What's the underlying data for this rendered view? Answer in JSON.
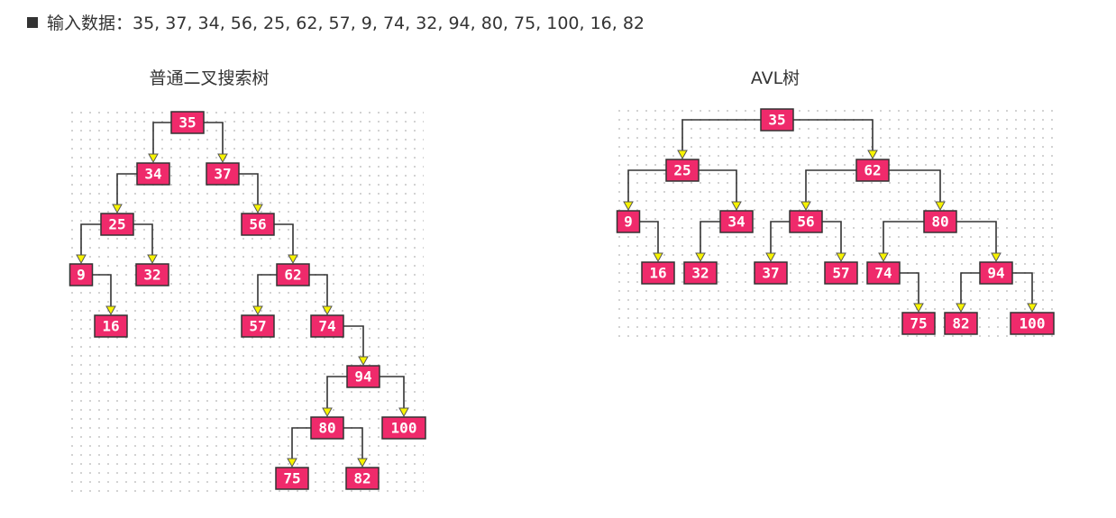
{
  "header": {
    "text": "输入数据：35, 37, 34, 56, 25, 62, 57, 9, 74, 32, 94, 80, 75, 100, 16, 82"
  },
  "bst": {
    "title": "普通二叉搜索树",
    "nodes": [
      {
        "value": "35",
        "left": "34",
        "right": "37"
      },
      {
        "value": "34",
        "left": "25",
        "right": null
      },
      {
        "value": "37",
        "left": null,
        "right": "56"
      },
      {
        "value": "25",
        "left": "9",
        "right": "32"
      },
      {
        "value": "56",
        "left": null,
        "right": "62"
      },
      {
        "value": "9",
        "left": null,
        "right": "16"
      },
      {
        "value": "32",
        "left": null,
        "right": null
      },
      {
        "value": "62",
        "left": "57",
        "right": "74"
      },
      {
        "value": "16",
        "left": null,
        "right": null
      },
      {
        "value": "57",
        "left": null,
        "right": null
      },
      {
        "value": "74",
        "left": null,
        "right": "94"
      },
      {
        "value": "94",
        "left": "80",
        "right": "100"
      },
      {
        "value": "80",
        "left": "75",
        "right": "82"
      },
      {
        "value": "100",
        "left": null,
        "right": null
      },
      {
        "value": "75",
        "left": null,
        "right": null
      },
      {
        "value": "82",
        "left": null,
        "right": null
      }
    ]
  },
  "avl": {
    "title": "AVL树",
    "nodes": [
      {
        "value": "35",
        "left": "25",
        "right": "62"
      },
      {
        "value": "25",
        "left": "9",
        "right": "34"
      },
      {
        "value": "62",
        "left": "56",
        "right": "80"
      },
      {
        "value": "9",
        "left": null,
        "right": "16"
      },
      {
        "value": "34",
        "left": "32",
        "right": null
      },
      {
        "value": "56",
        "left": "37",
        "right": "57"
      },
      {
        "value": "80",
        "left": "74",
        "right": "94"
      },
      {
        "value": "16",
        "left": null,
        "right": null
      },
      {
        "value": "32",
        "left": null,
        "right": null
      },
      {
        "value": "37",
        "left": null,
        "right": null
      },
      {
        "value": "57",
        "left": null,
        "right": null
      },
      {
        "value": "74",
        "left": null,
        "right": "75"
      },
      {
        "value": "94",
        "left": "82",
        "right": "100"
      },
      {
        "value": "75",
        "left": null,
        "right": null
      },
      {
        "value": "82",
        "left": null,
        "right": null
      },
      {
        "value": "100",
        "left": null,
        "right": null
      }
    ]
  },
  "colors": {
    "node_fill": "#ef2a6b",
    "arrow_fill": "#f7f300",
    "edge": "#333333"
  }
}
